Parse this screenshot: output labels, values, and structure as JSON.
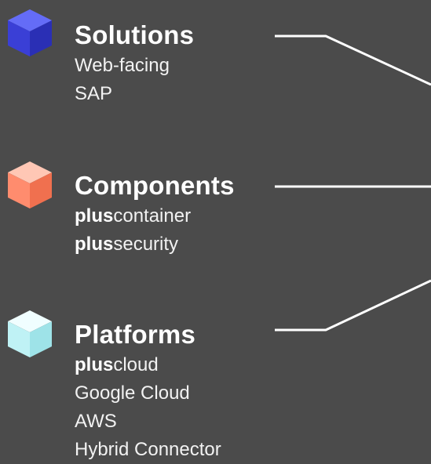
{
  "colors": {
    "background": "#4b4b4b",
    "text": "#ffffff",
    "connector": "#ffffff",
    "solutions_cube": [
      "#3a3fd6",
      "#5a61f0",
      "#2a2fb5",
      "#6f76ff"
    ],
    "components_cube": [
      "#ff8c6e",
      "#ffb39d",
      "#f0704f",
      "#ffc7b5"
    ],
    "platforms_cube": [
      "#bff2f5",
      "#e3fbfc",
      "#9ee3e8",
      "#f0feff"
    ]
  },
  "groups": [
    {
      "id": "solutions",
      "icon": "blue-cube-icon",
      "title": "Solutions",
      "items": [
        {
          "bold": "",
          "text": "Web-facing"
        },
        {
          "bold": "",
          "text": "SAP"
        }
      ]
    },
    {
      "id": "components",
      "icon": "orange-cube-icon",
      "title": "Components",
      "items": [
        {
          "bold": "plus",
          "text": "container"
        },
        {
          "bold": "plus",
          "text": "security"
        }
      ]
    },
    {
      "id": "platforms",
      "icon": "cyan-cube-icon",
      "title": "Platforms",
      "items": [
        {
          "bold": "plus",
          "text": "cloud"
        },
        {
          "bold": "",
          "text": "Google Cloud"
        },
        {
          "bold": "",
          "text": "AWS"
        },
        {
          "bold": "",
          "text": "Hybrid Connector"
        }
      ]
    }
  ]
}
